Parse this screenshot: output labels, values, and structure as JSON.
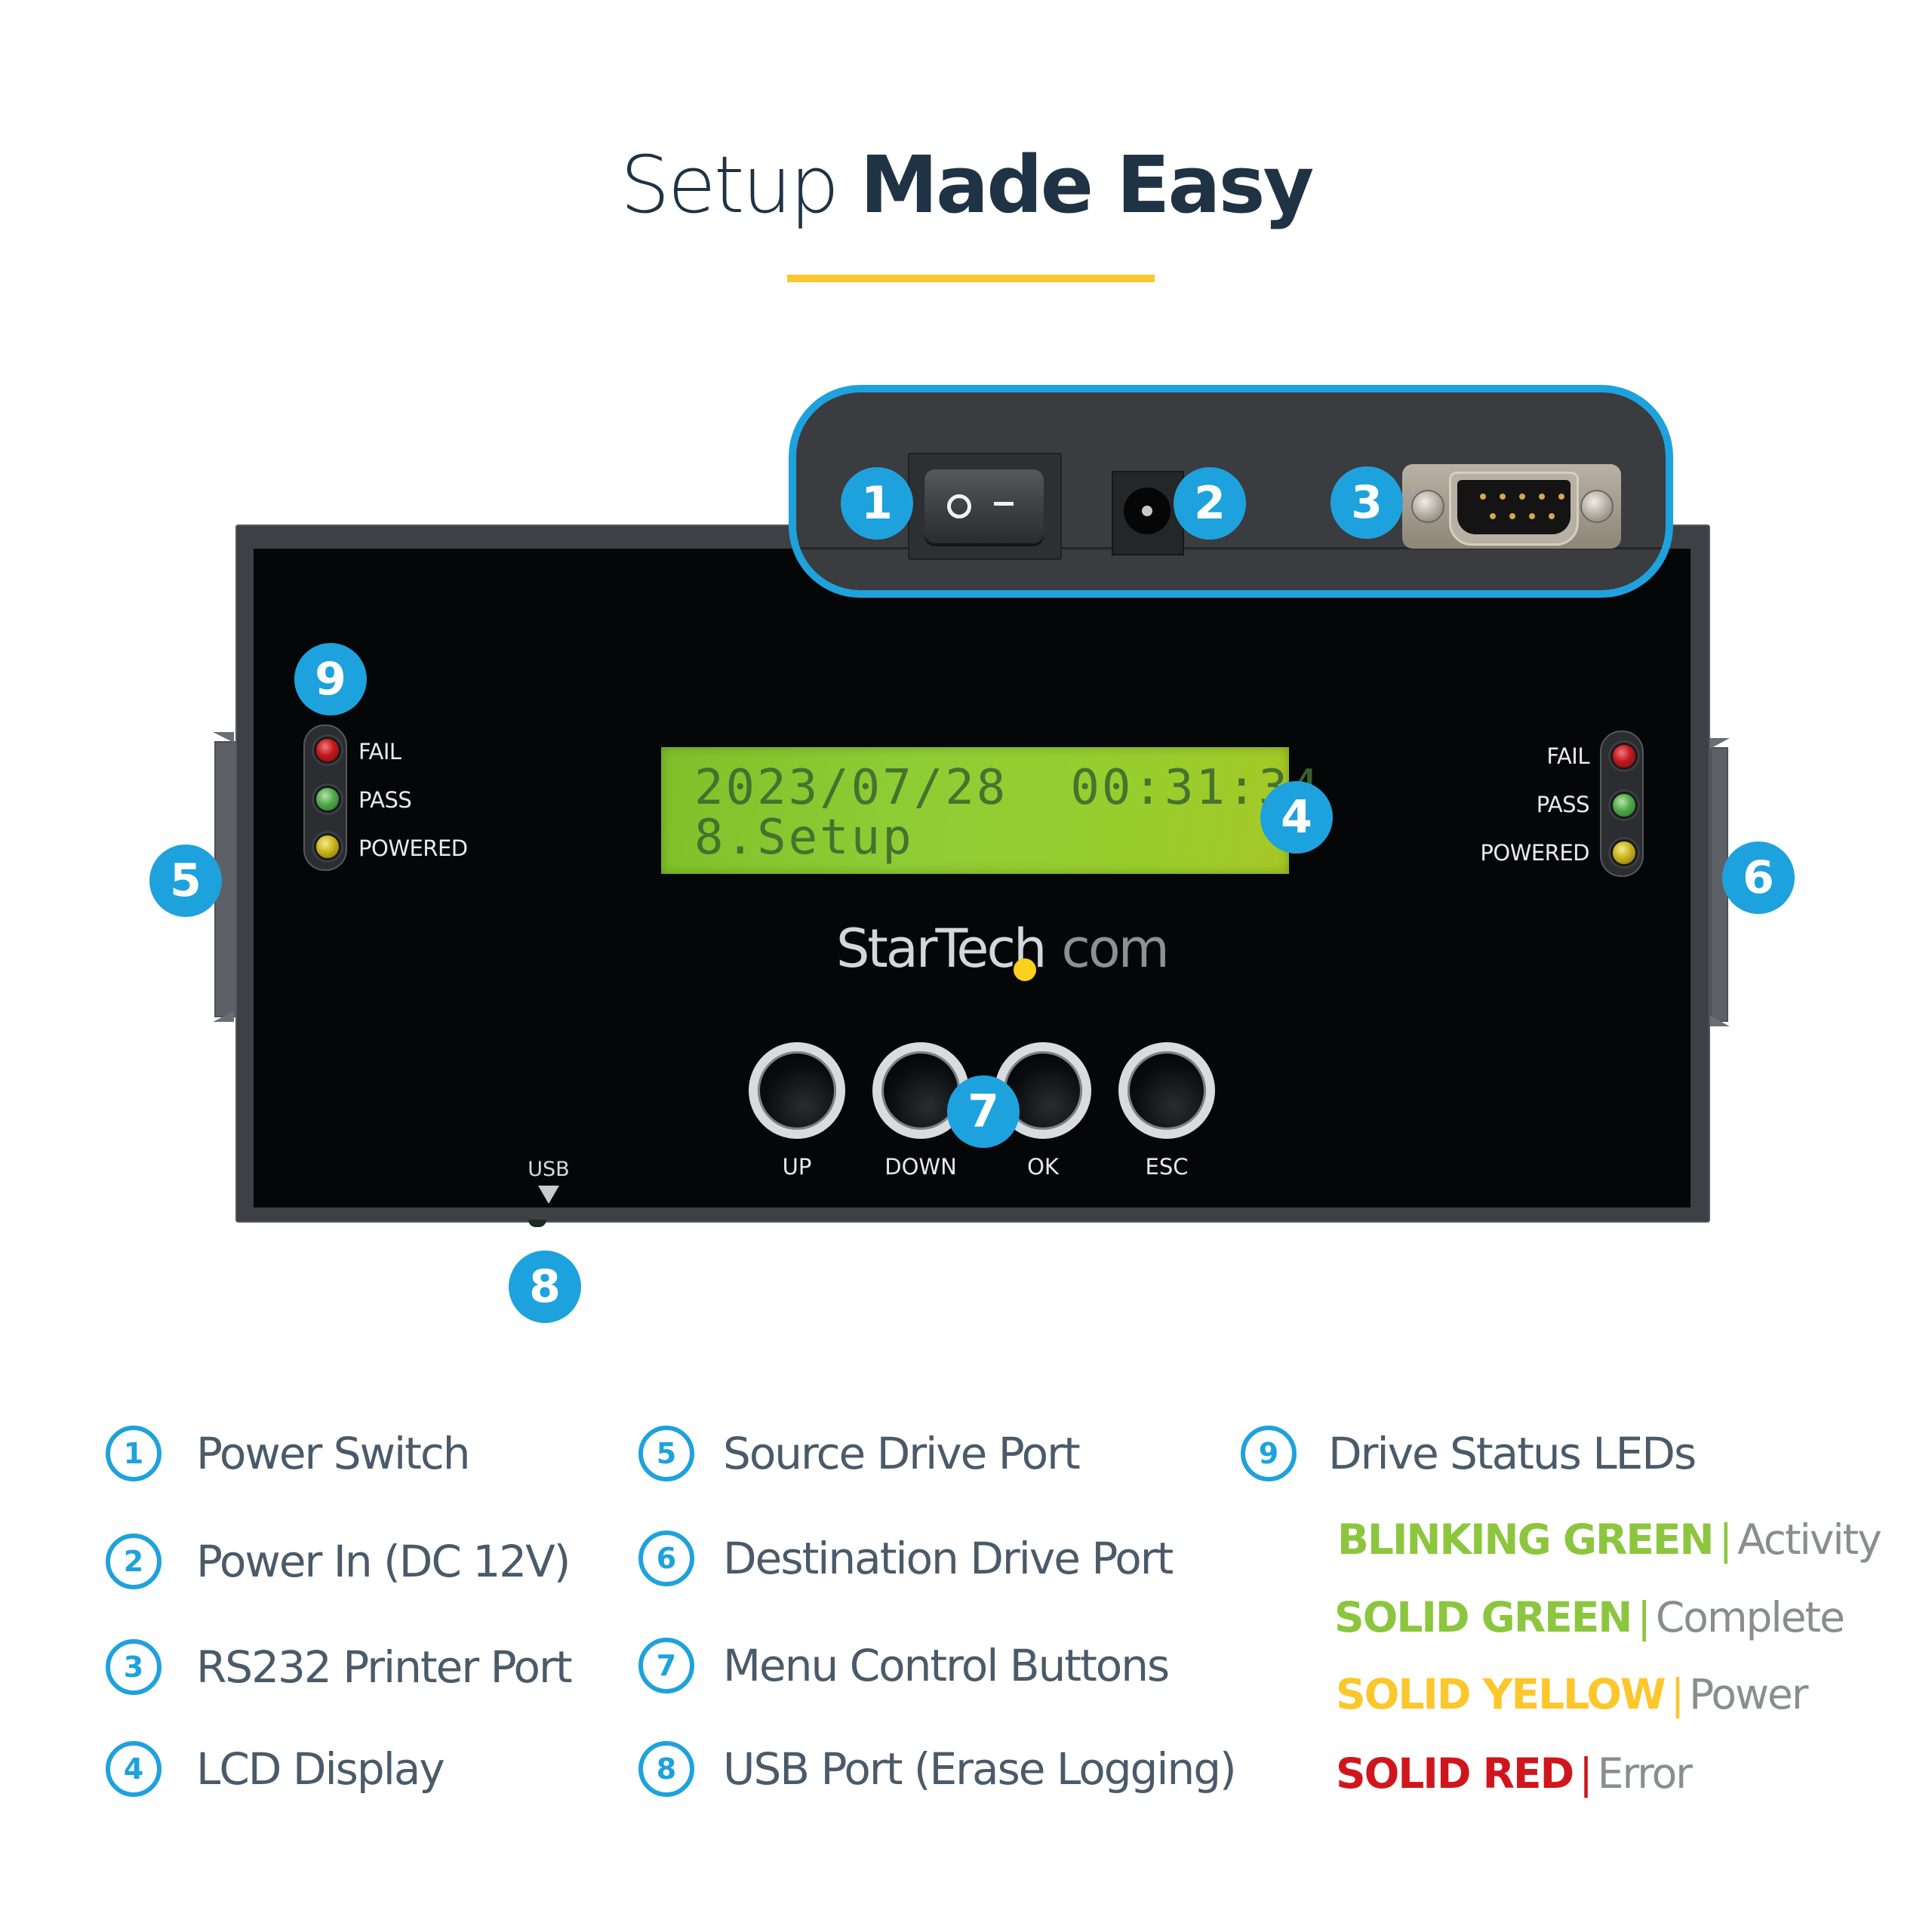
{
  "header": {
    "title_light": "Setup",
    "title_bold": "Made Easy",
    "accent_color": "#fcc72c"
  },
  "device": {
    "brand_name": "StarTech",
    "brand_domain": "com",
    "lcd": {
      "line1": "2023/07/28  00:31:34",
      "line2": "8.Setup"
    },
    "led_labels_left": [
      "FAIL",
      "PASS",
      "POWERED"
    ],
    "led_labels_right": [
      "FAIL",
      "PASS",
      "POWERED"
    ],
    "buttons": [
      "UP",
      "DOWN",
      "OK",
      "ESC"
    ],
    "usb_label": "USB",
    "rocker_off_symbol": "O",
    "rocker_on_symbol": "—"
  },
  "callouts": {
    "color": "#1ea2dd",
    "numbers": [
      "1",
      "2",
      "3",
      "4",
      "5",
      "6",
      "7",
      "8",
      "9"
    ]
  },
  "legend": {
    "items": [
      {
        "num": "1",
        "label": "Power Switch"
      },
      {
        "num": "2",
        "label": "Power In (DC 12V)"
      },
      {
        "num": "3",
        "label": "RS232 Printer Port"
      },
      {
        "num": "4",
        "label": "LCD Display"
      },
      {
        "num": "5",
        "label": "Source Drive Port"
      },
      {
        "num": "6",
        "label": "Destination Drive Port"
      },
      {
        "num": "7",
        "label": "Menu Control Buttons"
      },
      {
        "num": "8",
        "label": "USB Port (Erase Logging)"
      },
      {
        "num": "9",
        "label": "Drive Status LEDs"
      }
    ],
    "status": [
      {
        "name": "BLINKING GREEN",
        "separator": "|",
        "meaning": "Activity",
        "color": "#8cc63f"
      },
      {
        "name": "SOLID GREEN",
        "separator": "|",
        "meaning": "Complete",
        "color": "#8cc63f"
      },
      {
        "name": "SOLID YELLOW",
        "separator": "|",
        "meaning": "Power",
        "color": "#fcc72c"
      },
      {
        "name": "SOLID RED",
        "separator": "|",
        "meaning": "Error",
        "color": "#d0161c"
      }
    ]
  }
}
